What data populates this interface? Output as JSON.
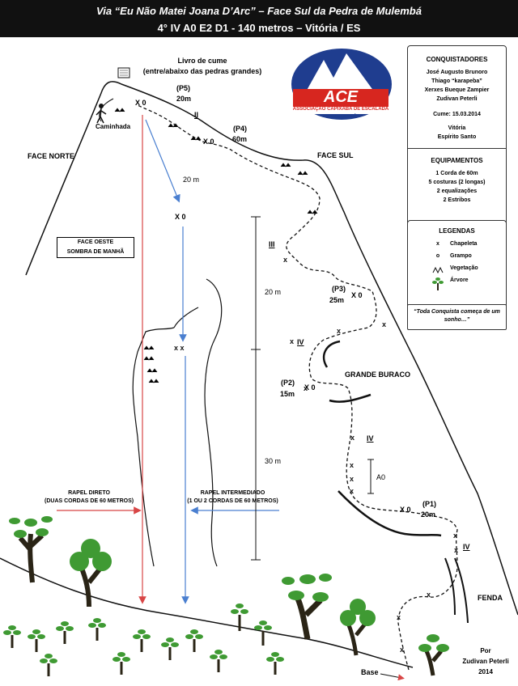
{
  "header": {
    "line1": "Via “Eu Não Matei Joana D’Arc” – Face Sul da Pedra de Mulembá",
    "line2": "4°  IV  A0  E2  D1   -   140 metros – Vitória / ES"
  },
  "logo": {
    "letters": "ACE",
    "name": "ASSOCIAÇÃO CAPIXABA DE ESCALADA",
    "url": "www.ace-es.org.br",
    "color_blue": "#1f3d8f",
    "color_red": "#d7261f"
  },
  "labels": {
    "summit_book": "Livro de cume",
    "summit_book_sub": "(entre/abaixo das pedras grandes)",
    "p5": "(P5)",
    "p5_len": "20m",
    "p4": "(P4)",
    "p4_len": "60m",
    "p3": "(P3)",
    "p3_len": "25m",
    "p2": "(P2)",
    "p2_len": "15m",
    "p1": "(P1)",
    "p1_len": "20m",
    "grade_ii": "II",
    "grade_iii": "III",
    "grade_iv_a": "IV",
    "grade_iv_b": "IV",
    "grade_iv_c": "IV",
    "hike": "Caminhada",
    "north_face": "FACE NORTE",
    "south_face": "FACE SUL",
    "west_face_l1": "FACE OESTE",
    "west_face_l2": "SOMBRA DE MANHÃ",
    "big_hole": "GRANDE BURACO",
    "crack": "FENDA",
    "base": "Base",
    "a0": "A0",
    "rap_dist_20": "20 m",
    "dim_20": "20 m",
    "dim_30": "30 m",
    "rap_direct_l1": "RAPEL DIRETO",
    "rap_direct_l2": "(DUAS CORDAS DE 60 METROS)",
    "rap_mid_l1": "RAPEL INTERMEDIADO",
    "rap_mid_l2": "(1 OU 2 CORDAS DE 60 METROS)",
    "bolt_o": "0",
    "bolt_x": "X",
    "author_l1": "Por",
    "author_l2": "Zudivan Peterli",
    "author_l3": "2014"
  },
  "sidebar": {
    "conq_title": "CONQUISTADORES",
    "conq": [
      "José Augusto Brunoro",
      "Thiago “karapeba”",
      "Xerxes Bueque Zampier",
      "Zudivan Peterli"
    ],
    "summit_date": "Cume: 15.03.2014",
    "place1": "Vitória",
    "place2": "Espírito Santo",
    "eq_title": "EQUIPAMENTOS",
    "eq": [
      "1 Corda de 60m",
      "5 costuras  (2 longas)",
      "2 equalizações",
      "2 Estribos"
    ],
    "leg_title": "LEGENDAS",
    "legend": [
      {
        "sym": "x",
        "label": "Chapeleta"
      },
      {
        "sym": "o",
        "label": "Grampo"
      },
      {
        "sym": "veg",
        "label": "Vegetação"
      },
      {
        "sym": "tree",
        "label": "Árvore"
      }
    ],
    "quote": "“Toda Conquista começa de um sonho…”"
  },
  "colors": {
    "rap_direct": "#d84545",
    "rap_mid": "#4a7fd0",
    "tree_green": "#3f9a33",
    "trunk": "#2a2416"
  }
}
